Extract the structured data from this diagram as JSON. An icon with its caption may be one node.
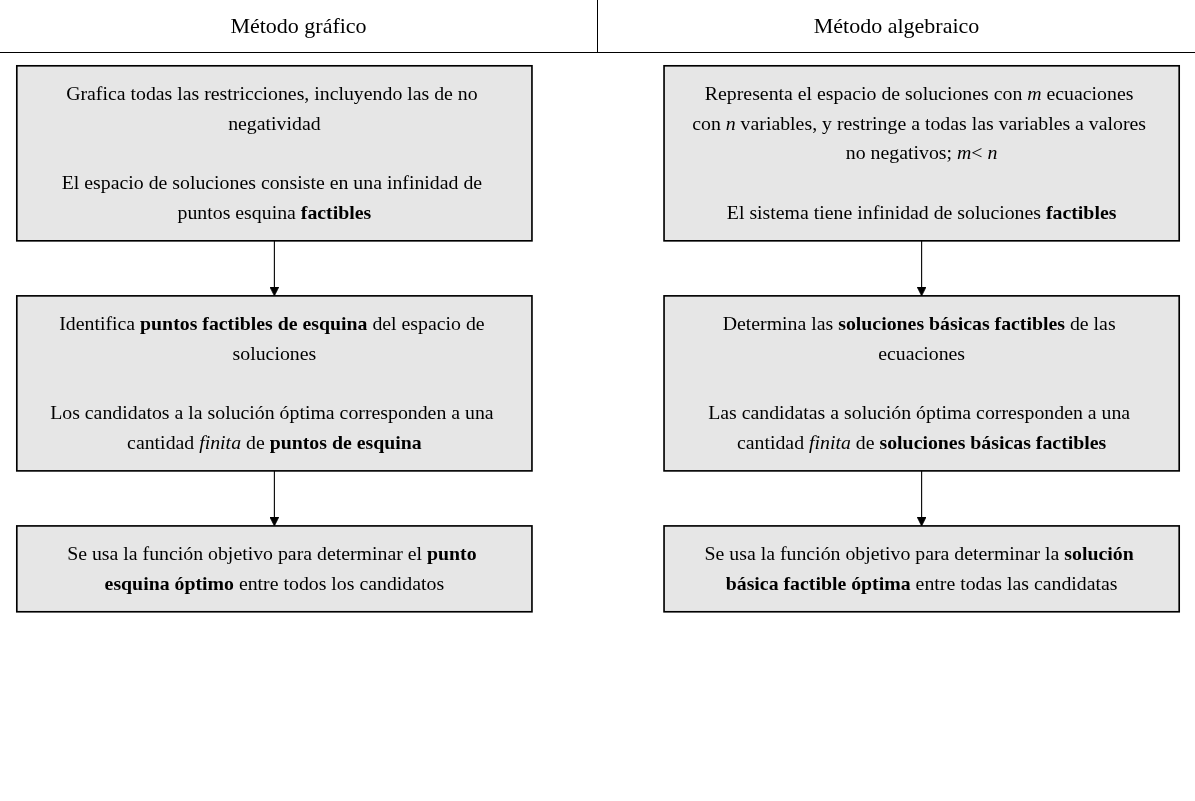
{
  "diagram": {
    "nodes": [
      {
        "text": [
          "Grafica todas las restricciones, incluyendo las de no negatividad",
          "El espacio de soluciones consiste en una infinidad de puntos esquina **factibles**"
        ]
      },
      {
        "text": [
          "Identifica **puntos factibles de esquina** del espacio de soluciones",
          "Los candidatos a la solución óptima corresponden a una cantidad *finita* de **puntos de esquina**"
        ]
      },
      {
        "text": [
          "Se usa la función objetivo para determinar el **punto esquina óptimo** entre todos los candidatos"
        ]
      },
      {
        "text": [
          "Representa el espacio de soluciones con *m* ecuaciones con *n* variables, y restringe a todas las variables a valores no negativos; *m*< *n*",
          "El sistema tiene infinidad de soluciones **factibles**"
        ]
      },
      {
        "text": [
          "Determina las **soluciones básicas factibles** de las ecuaciones",
          "Las candidatas a solución óptima corresponden a una cantidad *finita* de **soluciones básicas factibles**"
        ]
      },
      {
        "text": [
          "Se usa la función objetivo para determinar la **solución básica factible óptima** entre todas las candidatas"
        ]
      }
    ],
    "edges": [
      {
        "from": 0,
        "to": 1,
        "arrow": "to"
      },
      {
        "from": 1,
        "to": 2,
        "arrow": "to"
      },
      {
        "from": 3,
        "to": 4,
        "arrow": "to"
      },
      {
        "from": 4,
        "to": 5,
        "arrow": "to"
      }
    ],
    "labels": [
      "Método gráfico",
      "Método algebraico"
    ]
  }
}
